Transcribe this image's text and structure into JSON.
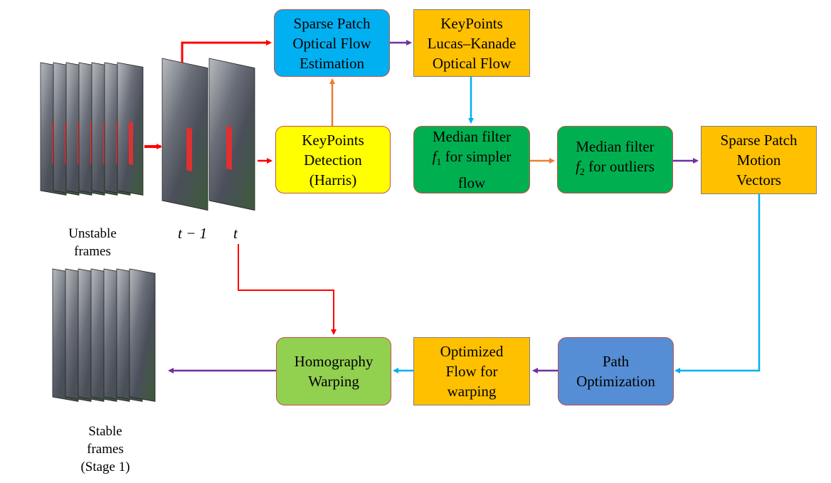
{
  "boxes": {
    "sparse_flow": {
      "lines": [
        "Sparse Patch",
        "Optical Flow",
        "Estimation"
      ],
      "color": "#00b0f0"
    },
    "keypoints_lk": {
      "lines": [
        "KeyPoints",
        "Lucas–Kanade",
        "Optical Flow"
      ],
      "color": "#ffc000"
    },
    "keypoints_det": {
      "lines": [
        "KeyPoints",
        "Detection",
        "(Harris)"
      ],
      "color": "#ffff00"
    },
    "median_f1": {
      "line1": "Median filter",
      "sym": "f",
      "sub": "1",
      "rest": " for simpler",
      "line3": "flow",
      "color": "#00b050"
    },
    "median_f2": {
      "line1": "Median filter",
      "sym": "f",
      "sub": "2",
      "rest": " for outliers",
      "color": "#00b050"
    },
    "motion_vectors": {
      "lines": [
        "Sparse Patch",
        "Motion",
        "Vectors"
      ],
      "color": "#ffc000"
    },
    "path_opt": {
      "lines": [
        "Path",
        "Optimization"
      ],
      "color": "#558ed5"
    },
    "opt_flow": {
      "lines": [
        "Optimized",
        "Flow for",
        "warping"
      ],
      "color": "#ffc000"
    },
    "homography": {
      "lines": [
        "Homography",
        "Warping"
      ],
      "color": "#92d050"
    }
  },
  "captions": {
    "unstable": [
      "Unstable",
      "frames"
    ],
    "stable": [
      "Stable",
      "frames",
      "(Stage 1)"
    ],
    "t_minus_1": "t − 1",
    "t": "t"
  },
  "colors": {
    "red_arrow": "#ff0000",
    "purple_arrow": "#7030a0",
    "orange_arrow": "#ed7d31",
    "blue_arrow": "#00b0f0"
  }
}
